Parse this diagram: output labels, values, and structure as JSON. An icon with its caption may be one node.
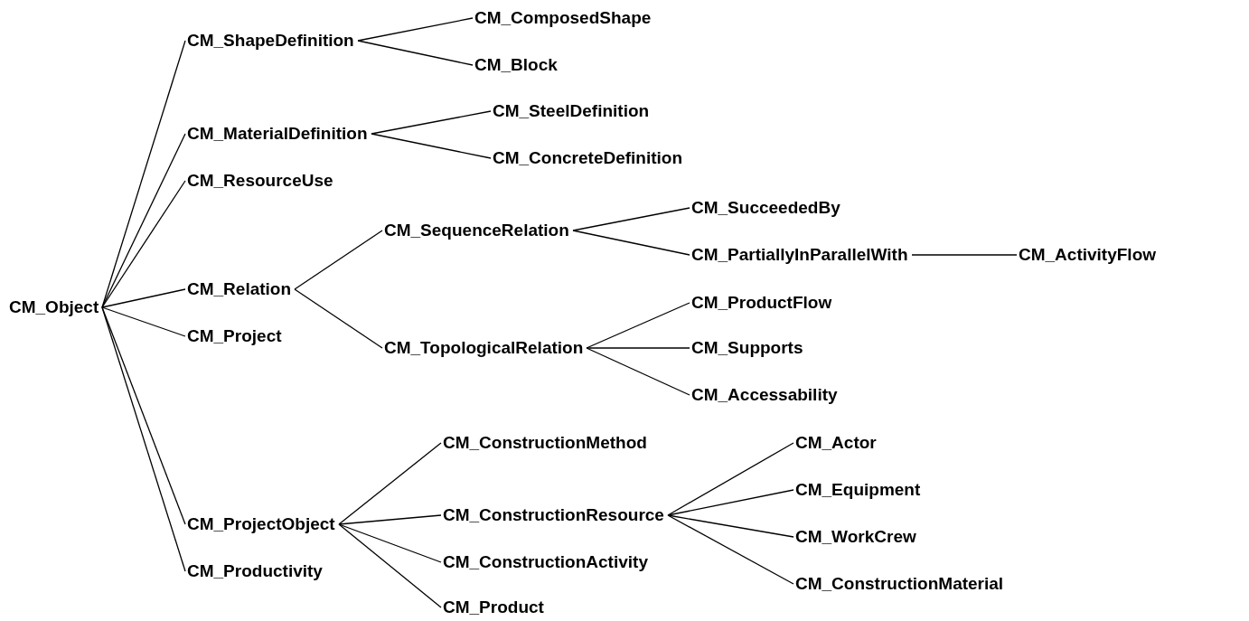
{
  "diagram": {
    "nodes": [
      {
        "text": [
          "CM_Object"
        ]
      },
      {
        "text": [
          "CM_ShapeDefinition"
        ]
      },
      {
        "text": [
          "CM_ComposedShape"
        ]
      },
      {
        "text": [
          "CM_Block"
        ]
      },
      {
        "text": [
          "CM_MaterialDefinition"
        ]
      },
      {
        "text": [
          "CM_SteelDefinition"
        ]
      },
      {
        "text": [
          "CM_ConcreteDefinition"
        ]
      },
      {
        "text": [
          "CM_ResourceUse"
        ]
      },
      {
        "text": [
          "CM_Relation"
        ]
      },
      {
        "text": [
          "CM_SequenceRelation"
        ]
      },
      {
        "text": [
          "CM_SucceededBy"
        ]
      },
      {
        "text": [
          "CM_PartiallyInParallelWith"
        ]
      },
      {
        "text": [
          "CM_ActivityFlow"
        ]
      },
      {
        "text": [
          "CM_TopologicalRelation"
        ]
      },
      {
        "text": [
          "CM_ProductFlow"
        ]
      },
      {
        "text": [
          "CM_Supports"
        ]
      },
      {
        "text": [
          "CM_Accessability"
        ]
      },
      {
        "text": [
          "CM_Project"
        ]
      },
      {
        "text": [
          "CM_ProjectObject"
        ]
      },
      {
        "text": [
          "CM_ConstructionMethod"
        ]
      },
      {
        "text": [
          "CM_ConstructionResource"
        ]
      },
      {
        "text": [
          "CM_ConstructionActivity"
        ]
      },
      {
        "text": [
          "CM_Product"
        ]
      },
      {
        "text": [
          "CM_Actor"
        ]
      },
      {
        "text": [
          "CM_Equipment"
        ]
      },
      {
        "text": [
          "CM_WorkCrew"
        ]
      },
      {
        "text": [
          "CM_ConstructionMaterial"
        ]
      },
      {
        "text": [
          "CM_Productivity"
        ]
      }
    ],
    "edges": [
      {
        "from": 0,
        "to": 1,
        "arrow": "none"
      },
      {
        "from": 0,
        "to": 4,
        "arrow": "none"
      },
      {
        "from": 0,
        "to": 7,
        "arrow": "none"
      },
      {
        "from": 0,
        "to": 8,
        "arrow": "none"
      },
      {
        "from": 0,
        "to": 17,
        "arrow": "none"
      },
      {
        "from": 0,
        "to": 18,
        "arrow": "none"
      },
      {
        "from": 0,
        "to": 27,
        "arrow": "none"
      },
      {
        "from": 1,
        "to": 2,
        "arrow": "none"
      },
      {
        "from": 1,
        "to": 3,
        "arrow": "none"
      },
      {
        "from": 4,
        "to": 5,
        "arrow": "none"
      },
      {
        "from": 4,
        "to": 6,
        "arrow": "none"
      },
      {
        "from": 8,
        "to": 9,
        "arrow": "none"
      },
      {
        "from": 8,
        "to": 13,
        "arrow": "none"
      },
      {
        "from": 9,
        "to": 10,
        "arrow": "none"
      },
      {
        "from": 9,
        "to": 11,
        "arrow": "none"
      },
      {
        "from": 11,
        "to": 12,
        "arrow": "none"
      },
      {
        "from": 13,
        "to": 14,
        "arrow": "none"
      },
      {
        "from": 13,
        "to": 15,
        "arrow": "none"
      },
      {
        "from": 13,
        "to": 16,
        "arrow": "none"
      },
      {
        "from": 18,
        "to": 19,
        "arrow": "none"
      },
      {
        "from": 18,
        "to": 20,
        "arrow": "none"
      },
      {
        "from": 18,
        "to": 21,
        "arrow": "none"
      },
      {
        "from": 18,
        "to": 22,
        "arrow": "none"
      },
      {
        "from": 20,
        "to": 23,
        "arrow": "none"
      },
      {
        "from": 20,
        "to": 24,
        "arrow": "none"
      },
      {
        "from": 20,
        "to": 25,
        "arrow": "none"
      },
      {
        "from": 20,
        "to": 26,
        "arrow": "none"
      }
    ]
  }
}
